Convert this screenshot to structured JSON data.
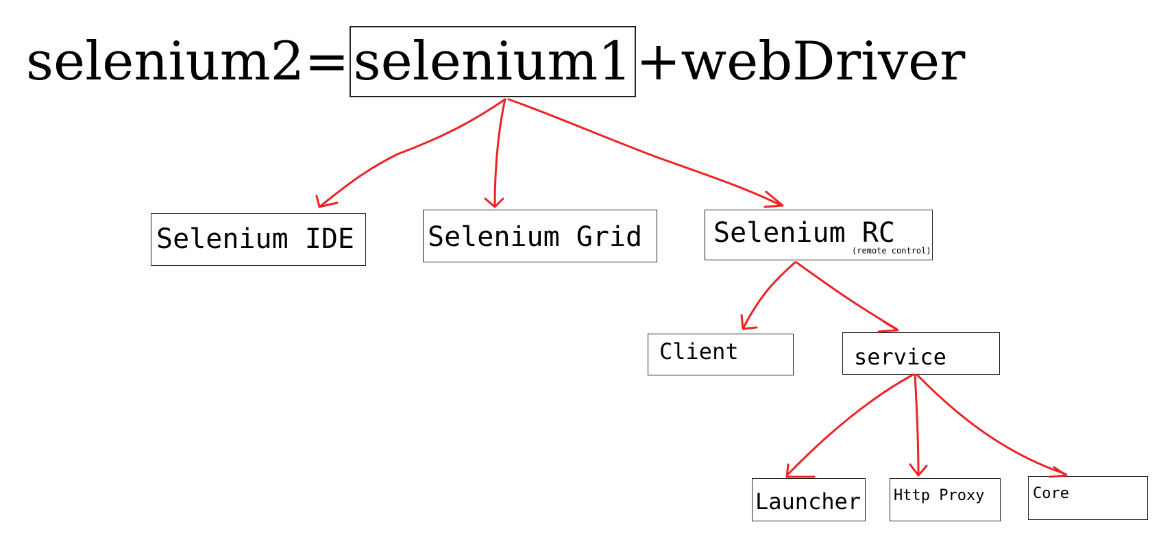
{
  "title": {
    "prefix": "selenium2=",
    "boxed": "selenium1",
    "suffix": "+webDriver"
  },
  "nodes": {
    "ide": "Selenium IDE",
    "grid": "Selenium Grid",
    "rc": "Selenium RC",
    "rc_note": "(remote control)",
    "client": "Client",
    "service": "service",
    "launcher": "Launcher",
    "http_proxy": "Http Proxy",
    "core": "Core"
  },
  "colors": {
    "arrow": "#ee2222",
    "border": "#222222",
    "text": "#000000",
    "background": "#ffffff"
  }
}
